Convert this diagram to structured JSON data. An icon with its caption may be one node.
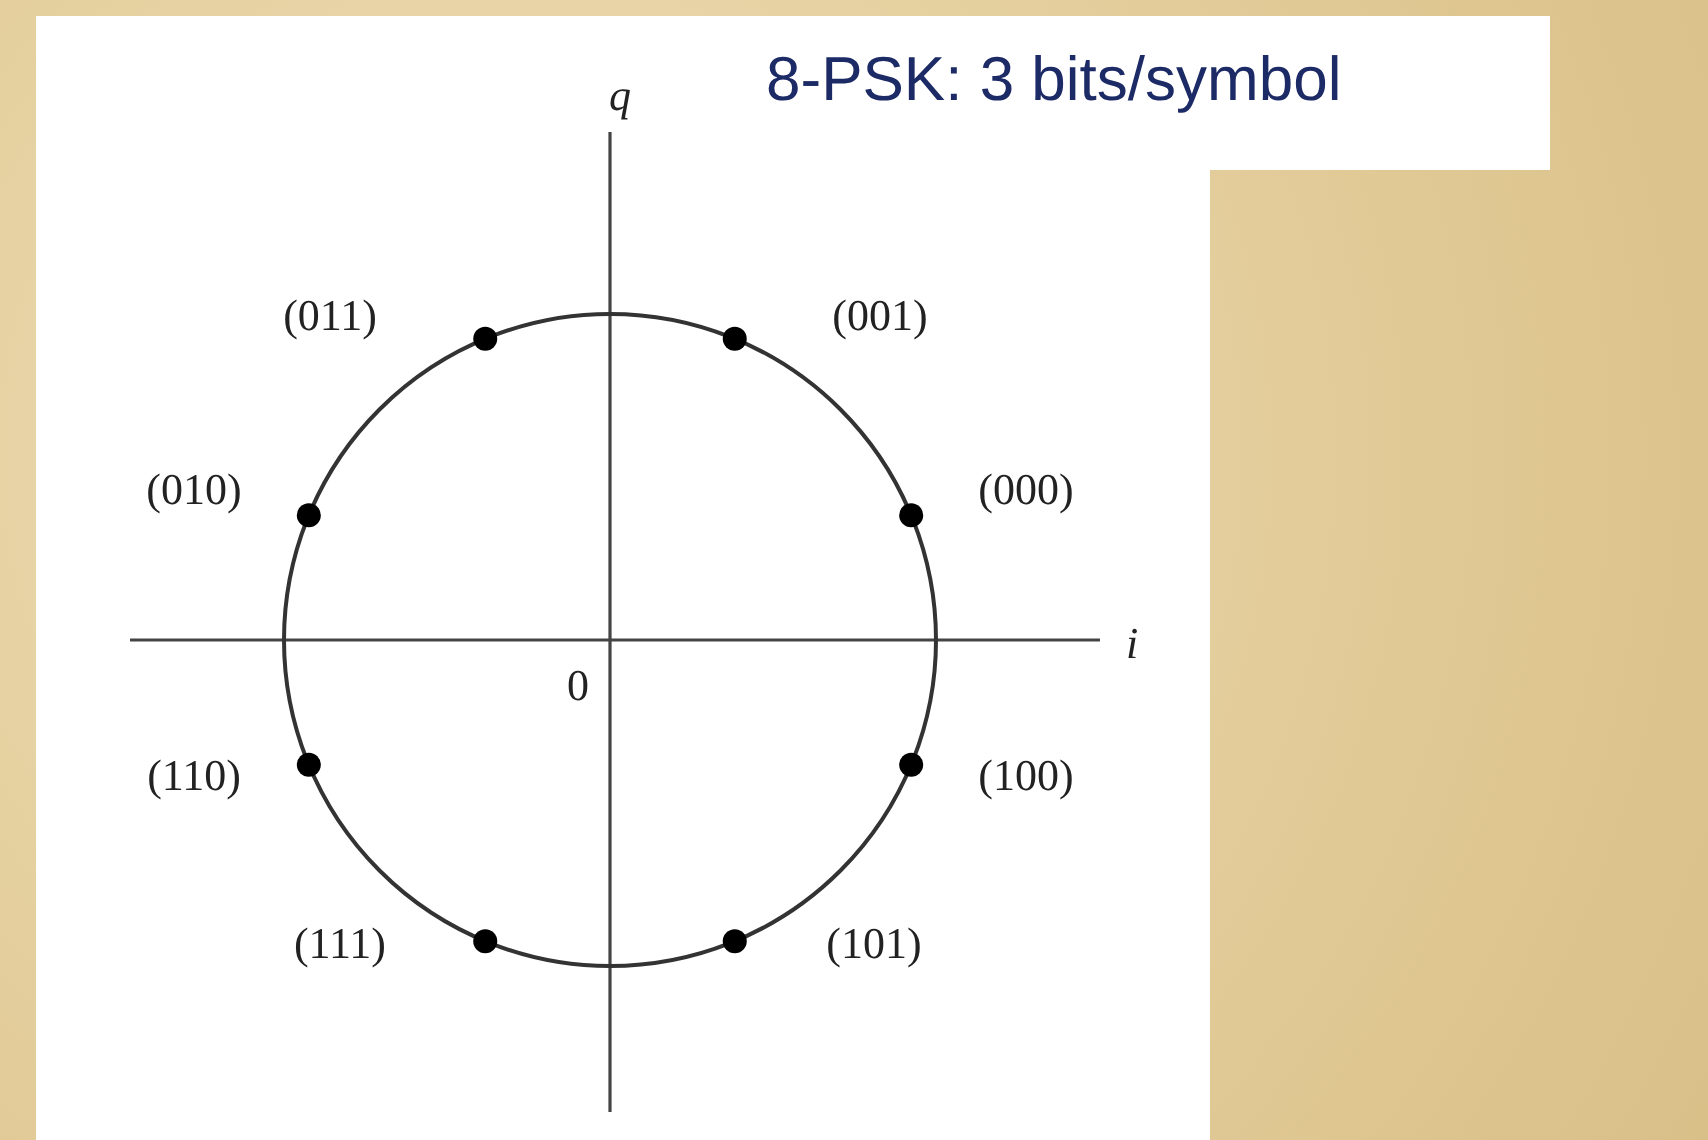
{
  "diagram": {
    "title": "8-PSK: 3 bits/symbol",
    "labels": [
      "q",
      "(011)",
      "(001)",
      "(010)",
      "(000)",
      "i",
      "0",
      "(110)",
      "(100)",
      "(111)",
      "(101)"
    ]
  }
}
